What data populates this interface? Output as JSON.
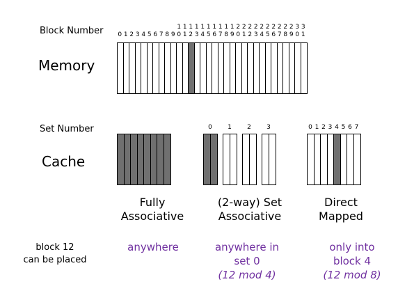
{
  "memory": {
    "block_number_label": "Block Number",
    "title": "Memory",
    "block_count": 32,
    "highlighted_block": 12,
    "tens_digits": [
      "",
      "",
      "",
      "",
      "",
      "",
      "",
      "",
      "",
      "",
      "1",
      "1",
      "1",
      "1",
      "1",
      "1",
      "1",
      "1",
      "1",
      "1",
      "2",
      "2",
      "2",
      "2",
      "2",
      "2",
      "2",
      "2",
      "2",
      "2",
      "3",
      "3"
    ],
    "ones_digits": [
      "0",
      "1",
      "2",
      "3",
      "4",
      "5",
      "6",
      "7",
      "8",
      "9",
      "0",
      "1",
      "2",
      "3",
      "4",
      "5",
      "6",
      "7",
      "8",
      "9",
      "0",
      "1",
      "2",
      "3",
      "4",
      "5",
      "6",
      "7",
      "8",
      "9",
      "0",
      "1"
    ]
  },
  "cache": {
    "set_number_label": "Set Number",
    "title": "Cache",
    "fully_associative": {
      "caption_line1": "Fully",
      "caption_line2": "Associative",
      "highlight": "all",
      "placement": "anywhere"
    },
    "set_associative": {
      "caption_line1": "(2-way) Set",
      "caption_line2": "Associative",
      "set_labels": [
        "0",
        "1",
        "2",
        "3"
      ],
      "highlighted_set": 0,
      "placement_line1": "anywhere in",
      "placement_line2": "set 0",
      "placement_line3": "(12 mod 4)"
    },
    "direct_mapped": {
      "caption_line1": "Direct",
      "caption_line2": "Mapped",
      "block_labels": [
        "0",
        "1",
        "2",
        "3",
        "4",
        "5",
        "6",
        "7"
      ],
      "highlighted_block": 4,
      "placement_line1": "only into",
      "placement_line2": "block 4",
      "placement_line3": "(12 mod 8)"
    }
  },
  "question": {
    "line1": "block 12",
    "line2": "can be placed"
  },
  "colors": {
    "highlight_fill": "#707070",
    "placement_text": "#7030a0"
  }
}
